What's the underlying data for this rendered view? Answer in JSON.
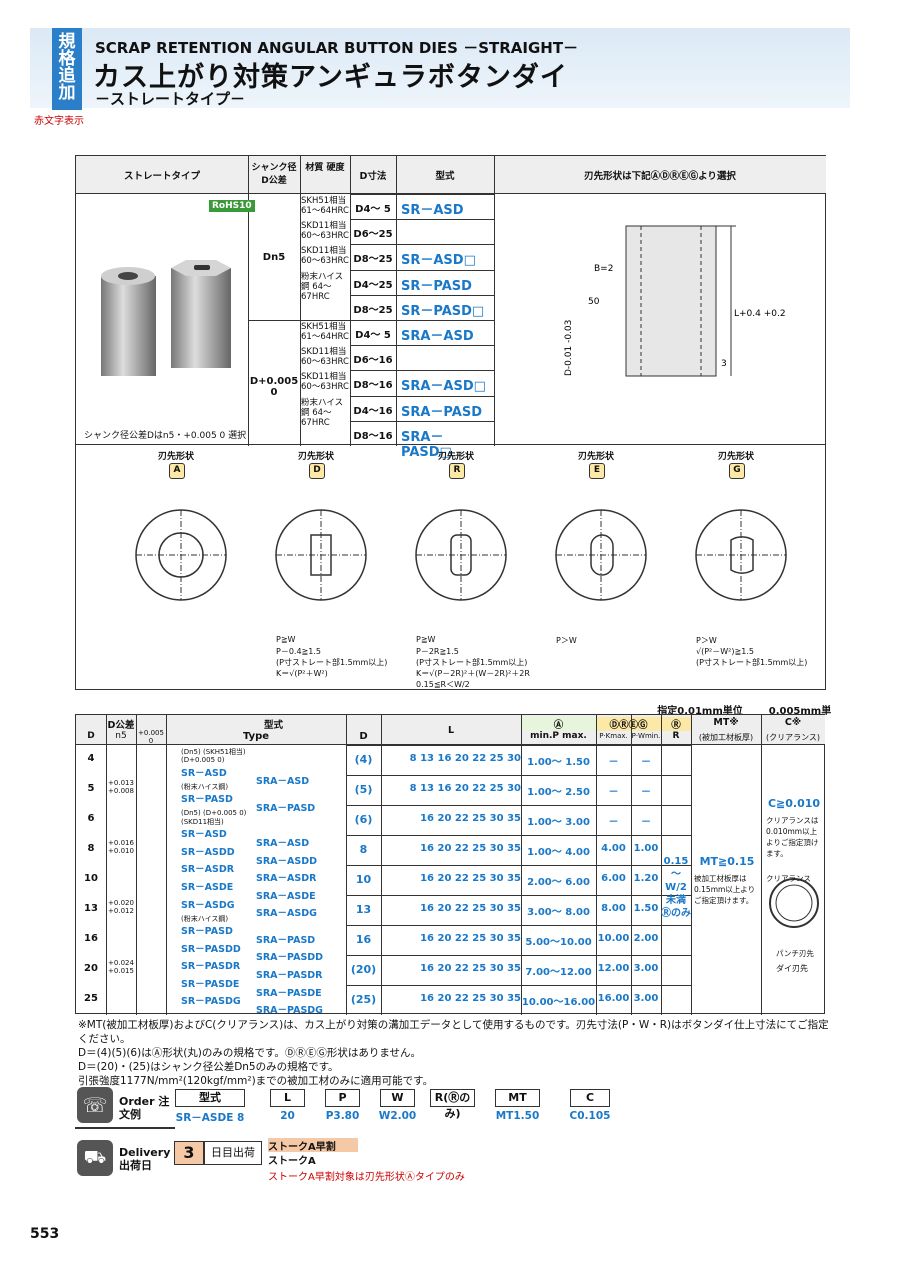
{
  "header": {
    "tag": "規格追加",
    "tag_note": "赤文字表示",
    "en_title": "SCRAP RETENTION ANGULAR BUTTON DIES －STRAIGHT－",
    "jp_title": "カス上がり対策アンギュラボタンダイ",
    "subtitle": "－ストレートタイプ－"
  },
  "top_table": {
    "headers": [
      "ストレートタイプ",
      "シャンク径 D公差",
      "材質 硬度",
      "D寸法",
      "型式",
      "刃先形状は下記ⒶⒹⓇⒺⒼより選択"
    ],
    "rohs": "RoHS10",
    "shank_note": "シャンク径公差Dはn5・+0.005 0 選択",
    "tol1": "Dn5",
    "tol2": "D+0.005 0",
    "rows": [
      {
        "mat": "SKH51相当 61～64HRC",
        "d": "D4～ 5",
        "type": "SR－ASD"
      },
      {
        "mat": "SKD11相当 60～63HRC",
        "d": "D6～25",
        "type": ""
      },
      {
        "mat": "SKD11相当 60～63HRC",
        "d": "D8～25",
        "type": "SR－ASD□"
      },
      {
        "mat": "粉末ハイス鋼 64～67HRC",
        "d": "D4～25",
        "type": "SR－PASD"
      },
      {
        "mat": "",
        "d": "D8～25",
        "type": "SR－PASD□"
      },
      {
        "mat": "SKH51相当 61～64HRC",
        "d": "D4～ 5",
        "type": "SRA－ASD"
      },
      {
        "mat": "SKD11相当 60～63HRC",
        "d": "D6～16",
        "type": ""
      },
      {
        "mat": "SKD11相当 60～63HRC",
        "d": "D8～16",
        "type": "SRA－ASD□"
      },
      {
        "mat": "粉末ハイス鋼 64～67HRC",
        "d": "D4～16",
        "type": "SRA－PASD"
      },
      {
        "mat": "",
        "d": "D8～16",
        "type": "SRA－PASD□"
      }
    ]
  },
  "shapes": [
    {
      "title": "刃先形状",
      "code": "A",
      "notes": []
    },
    {
      "title": "刃先形状",
      "code": "D",
      "notes": [
        "P≧W",
        "P－0.4≧1.5",
        "(P寸ストレート部1.5mm以上)",
        "K＝√(P²＋W²)"
      ]
    },
    {
      "title": "刃先形状",
      "code": "R",
      "notes": [
        "P≧W",
        "P－2R≧1.5",
        "(P寸ストレート部1.5mm以上)",
        "K＝√(P－2R)²＋(W－2R)²＋2R",
        "0.15≦R＜W/2"
      ]
    },
    {
      "title": "刃先形状",
      "code": "E",
      "notes": [
        "P＞W"
      ]
    },
    {
      "title": "刃先形状",
      "code": "G",
      "notes": [
        "P＞W",
        "√(P²－W²)≧1.5",
        "(P寸ストレート部1.5mm以上)"
      ]
    }
  ],
  "spec_table": {
    "unit1": "指定0.01mm単位",
    "unit2": "0.005mm単位",
    "headers": [
      "D公差",
      "型式",
      "L",
      "Ⓐ",
      "ⒹⓇⒺⒼ",
      "Ⓡ",
      "MT※",
      "C※"
    ],
    "sub": [
      "D",
      "n5",
      "+0.005 0",
      "Type",
      "D",
      "min.P max.",
      "P·Kmax.",
      "P·Wmin.",
      "R",
      "(被加工材板厚)",
      "(クリアランス)"
    ],
    "rows": [
      {
        "D": "4",
        "n5": "",
        "d": "(4)",
        "L": "8 13 16 20 22 25 30",
        "pa": "1.00～ 1.50",
        "pk": "－",
        "pw": "－"
      },
      {
        "D": "5",
        "n5": "+0.013 +0.008",
        "d": "(5)",
        "L": "8 13 16 20 22 25 30",
        "pa": "1.00～ 2.50",
        "pk": "－",
        "pw": "－"
      },
      {
        "D": "6",
        "n5": "",
        "d": "(6)",
        "L": "16 20 22 25 30 35",
        "pa": "1.00～ 3.00",
        "pk": "－",
        "pw": "－"
      },
      {
        "D": "8",
        "n5": "+0.016 +0.010",
        "d": "8",
        "L": "16 20 22 25 30 35",
        "pa": "1.00～ 4.00",
        "pk": "4.00",
        "pw": "1.00"
      },
      {
        "D": "10",
        "n5": "",
        "d": "10",
        "L": "16 20 22 25 30 35",
        "pa": "2.00～ 6.00",
        "pk": "6.00",
        "pw": "1.20"
      },
      {
        "D": "13",
        "n5": "+0.020 +0.012",
        "d": "13",
        "L": "16 20 22 25 30 35",
        "pa": "3.00～ 8.00",
        "pk": "8.00",
        "pw": "1.50"
      },
      {
        "D": "16",
        "n5": "",
        "d": "16",
        "L": "16 20 22 25 30 35",
        "pa": "5.00～10.00",
        "pk": "10.00",
        "pw": "2.00"
      },
      {
        "D": "20",
        "n5": "+0.024 +0.015",
        "d": "(20)",
        "L": "16 20 22 25 30 35",
        "pa": "7.00～12.00",
        "pk": "12.00",
        "pw": "3.00"
      },
      {
        "D": "25",
        "n5": "",
        "d": "(25)",
        "L": "16 20 22 25 30 35",
        "pa": "10.00～16.00",
        "pk": "16.00",
        "pw": "3.00"
      }
    ],
    "r_note": "0.15～W/2未満 Ⓡのみ",
    "mt": "MT≧0.15",
    "mt_note": "被加工材板厚は0.15mm以上よりご指定頂けます。",
    "c": "C≧0.010",
    "c_note": "クリアランスは0.010mm以上よりご指定頂けます。",
    "c_fig": [
      "クリアランス",
      "パンチ刃先",
      "ダイ刃先"
    ]
  },
  "types": [
    "(Dn5) (SKH51相当)",
    "(D+0.005 0)",
    "SR－ASD",
    "SRA－ASD",
    "(粉末ハイス鋼)",
    "SR－PASD",
    "SRA－PASD",
    "(Dn5) (D+0.005 0)",
    "(SKD11相当)",
    "SR－ASD",
    "SRA－ASD",
    "SR－ASDD",
    "SRA－ASDD",
    "SR－ASDR",
    "SRA－ASDR",
    "SR－ASDE",
    "SRA－ASDE",
    "SR－ASDG",
    "SRA－ASDG",
    "(粉末ハイス鋼)",
    "SR－PASD",
    "SRA－PASD",
    "SR－PASDD",
    "SRA－PASDD",
    "SR－PASDR",
    "SRA－PASDR",
    "SR－PASDE",
    "SRA－PASDE",
    "SR－PASDG",
    "SRA－PASDG"
  ],
  "notes": [
    "※MT(被加工材板厚)およびC(クリアランス)は、カス上がり対策の溝加工データとして使用するものです。刃先寸法(P・W・R)はボタンダイ仕上寸法にてご指定ください。",
    "D＝(4)(5)(6)はⒶ形状(丸)のみの規格です。ⒹⓇⒺⒼ形状はありません。",
    "D＝(20)・(25)はシャンク径公差Dn5のみの規格です。",
    "引張強度1177N/mm²(120kgf/mm²)までの被加工材のみに適用可能です。"
  ],
  "order": {
    "label": "Order 注文例",
    "fields": [
      "型式",
      "L",
      "P",
      "W",
      "R(Ⓡのみ)",
      "MT",
      "C"
    ],
    "values": [
      "SR－ASDE 8",
      "20",
      "P3.80",
      "W2.00",
      "",
      "MT1.50",
      "C0.105"
    ]
  },
  "delivery": {
    "label": "Delivery 出荷日",
    "days": "3",
    "unit": "日目出荷",
    "stroke1": "ストークA早割",
    "stroke2": "ストークA",
    "note": "ストークA早割対象は刃先形状Ⓐタイプのみ"
  },
  "page_number": "553"
}
